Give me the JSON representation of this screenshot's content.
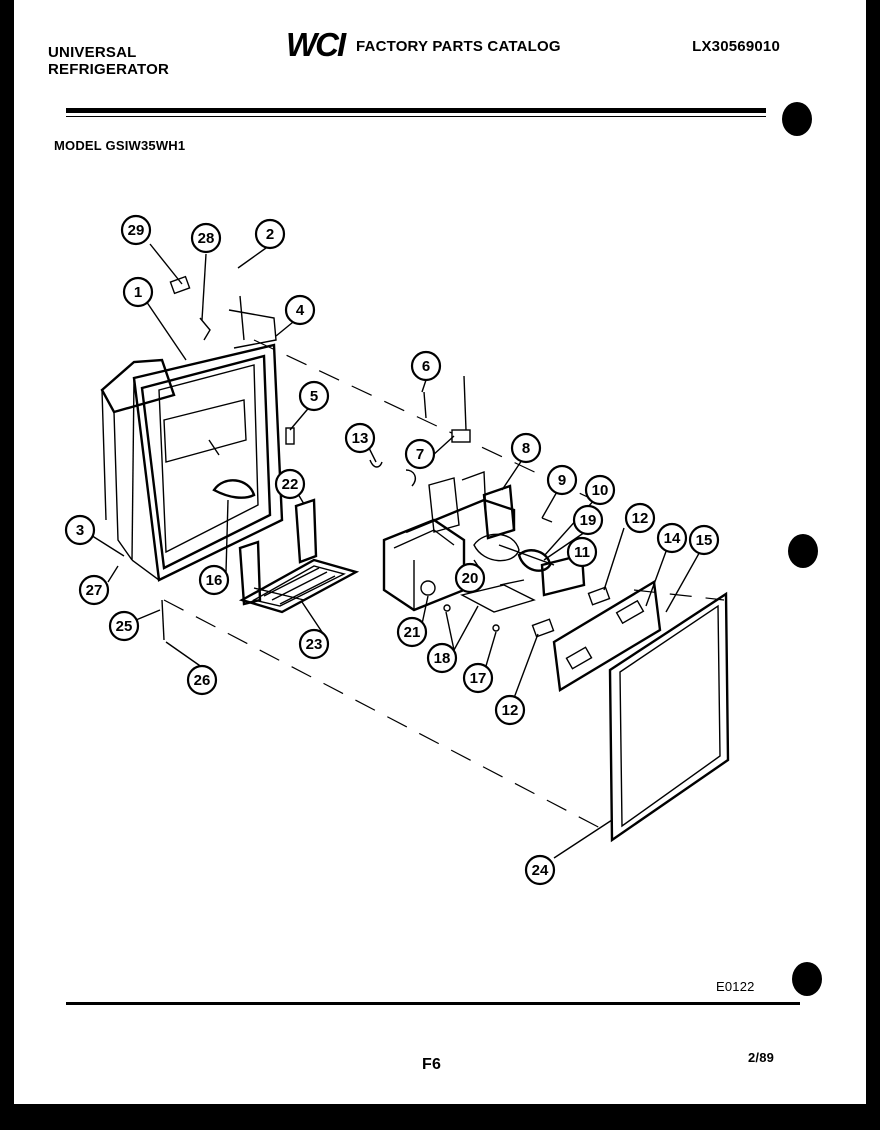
{
  "header": {
    "brand_line1": "UNIVERSAL",
    "brand_line2": "REFRIGERATOR",
    "logo_text": "WCI",
    "catalog_title": "FACTORY PARTS CATALOG",
    "catalog_id": "LX30569010",
    "model": "MODEL GSIW35WH1"
  },
  "callouts": [
    "29",
    "28",
    "2",
    "1",
    "4",
    "5",
    "6",
    "7",
    "8",
    "9",
    "10",
    "19",
    "11",
    "12",
    "13",
    "14",
    "15",
    "3",
    "27",
    "16",
    "22",
    "20",
    "21",
    "18",
    "17",
    "12",
    "25",
    "23",
    "26",
    "24"
  ],
  "footer": {
    "drawing_code": "E0122",
    "page_label": "F6",
    "date": "2/89"
  }
}
